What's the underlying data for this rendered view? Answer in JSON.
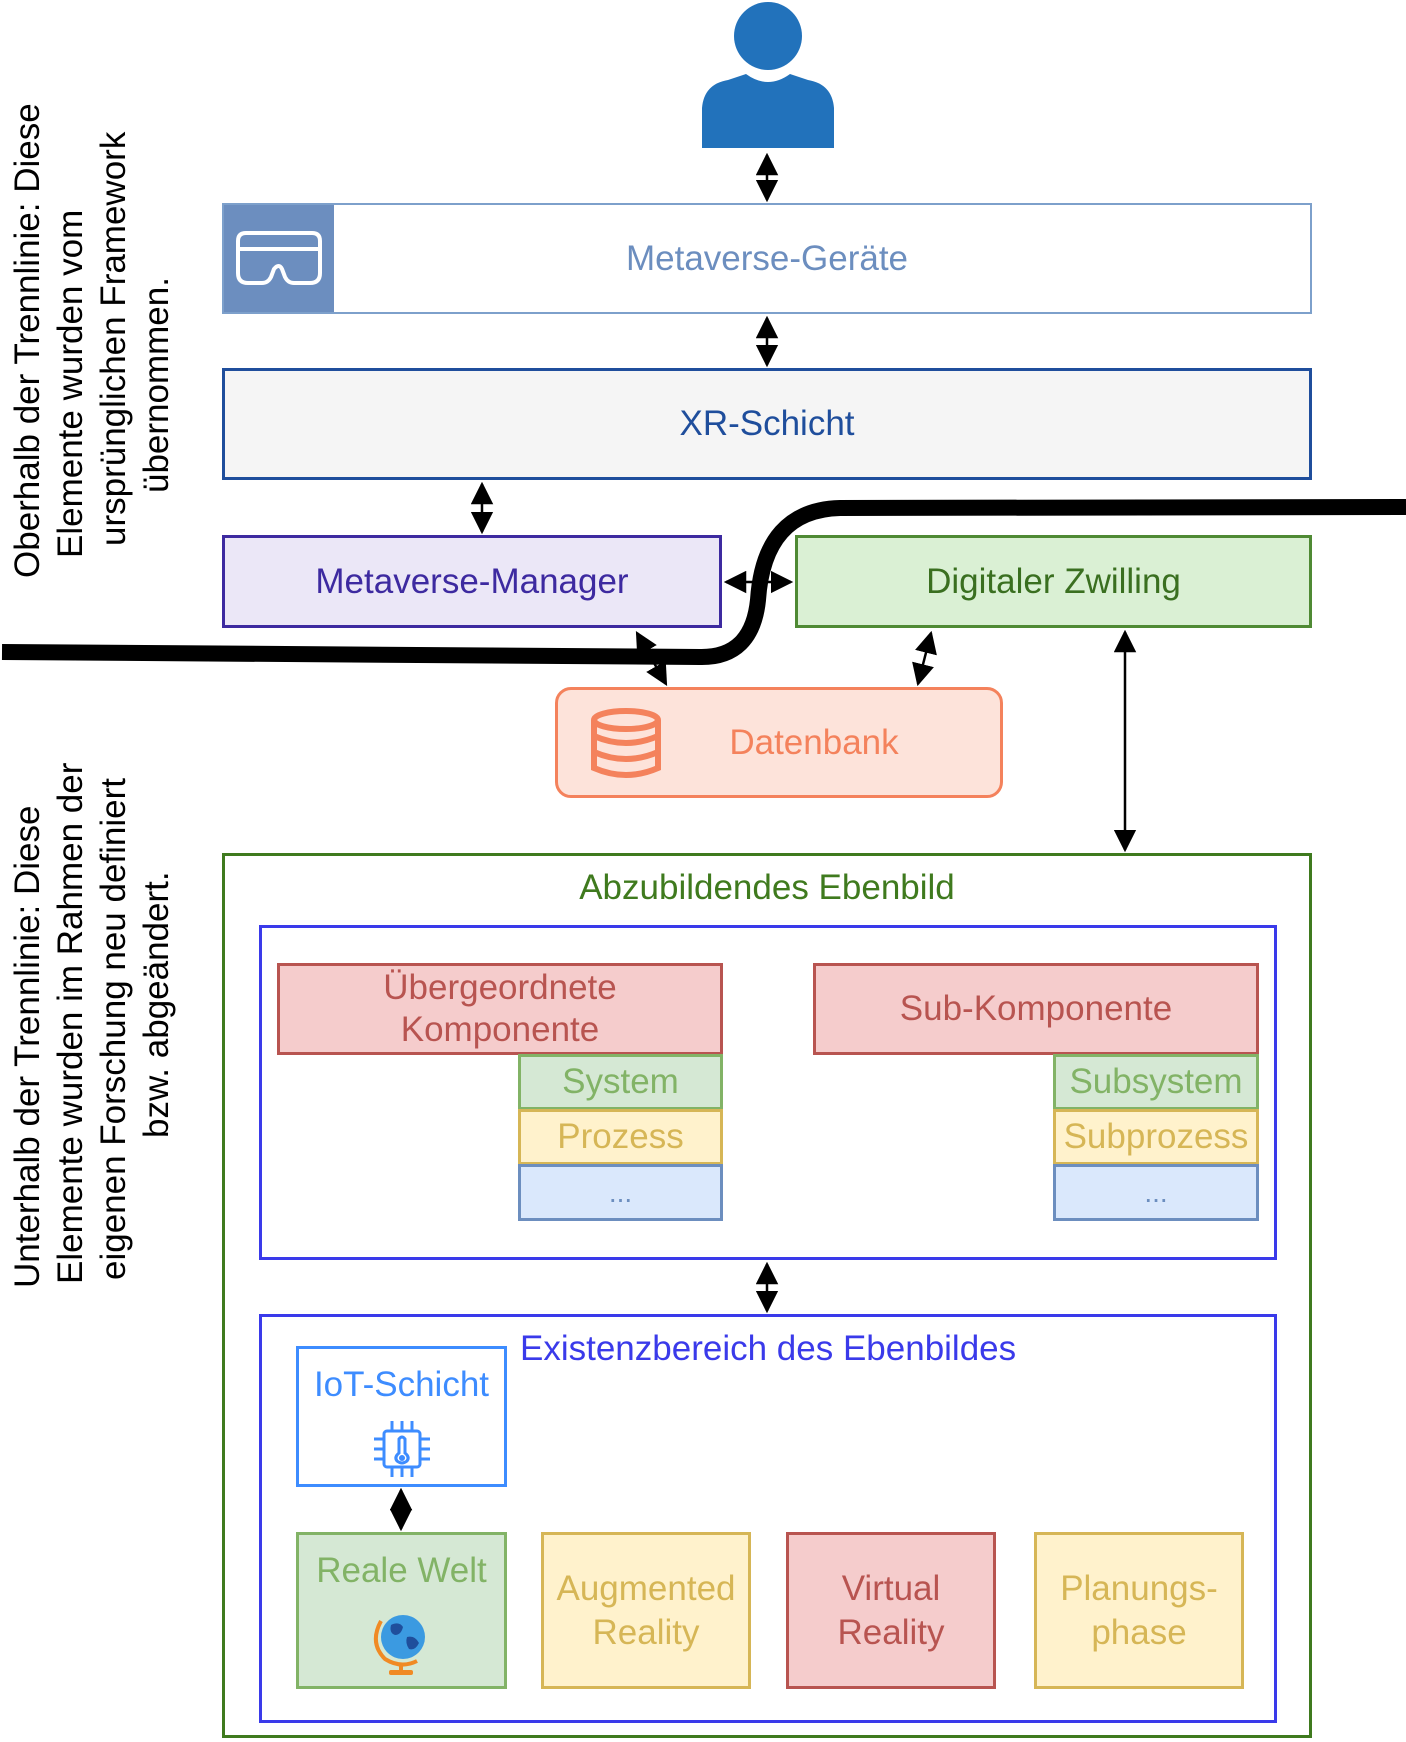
{
  "side_notes": {
    "above": {
      "line1": "Oberhalb der Trennlinie: Diese",
      "line2": "Elemente wurden vom",
      "line3": "ursprünglichen Framework",
      "line4": "übernommen."
    },
    "below": {
      "line1": "Unterhalb der Trennlinie: Diese",
      "line2": "Elemente wurden im Rahmen der",
      "line3": "eigenen Forschung neu definiert",
      "line4": "bzw. abgeändert."
    }
  },
  "nodes": {
    "user": {
      "icon": "user-icon"
    },
    "devices": {
      "label": "Metaverse-Geräte",
      "icon": "vr-headset-icon"
    },
    "xr_layer": {
      "label": "XR-Schicht"
    },
    "manager": {
      "label": "Metaverse-Manager"
    },
    "twin": {
      "label": "Digitaler Zwilling"
    },
    "database": {
      "label": "Datenbank",
      "icon": "database-icon"
    }
  },
  "image_container": {
    "title": "Abzubildendes Ebenbild",
    "parent": {
      "label_line1": "Übergeordnete",
      "label_line2": "Komponente",
      "stack": [
        "System",
        "Prozess",
        "..."
      ]
    },
    "sub": {
      "label": "Sub-Komponente",
      "stack": [
        "Subsystem",
        "Subprozess",
        "..."
      ]
    }
  },
  "existence": {
    "title": "Existenzbereich des Ebenbildes",
    "iot": {
      "label": "IoT-Schicht",
      "icon": "chip-thermometer-icon"
    },
    "real_world": {
      "label": "Reale Welt",
      "icon": "globe-icon"
    },
    "augmented": {
      "line1": "Augmented",
      "line2": "Reality"
    },
    "virtual": {
      "line1": "Virtual",
      "line2": "Reality"
    },
    "planning": {
      "line1": "Planungs-",
      "line2": "phase"
    }
  },
  "colors": {
    "user_blue": "#2272bb",
    "devices_border": "#7da0cb",
    "devices_icon_bg": "#6c8ebf",
    "xr_border": "#1f4e9c",
    "manager_border": "#3d2aa0",
    "manager_fill": "#ebe7f7",
    "twin_border": "#4f8a34",
    "twin_fill": "#daf0d4",
    "db_border": "#f4825c",
    "db_fill": "#fde3da",
    "outer_green": "#3f7a1e",
    "inner_blue": "#3a3aea",
    "red_fill": "#f5cccc",
    "red_border": "#b85450",
    "green_fill": "#d5e8d4",
    "green_border": "#82b366",
    "yellow_fill": "#fff2cc",
    "yellow_border": "#d6b656",
    "blue_fill": "#dae8fc",
    "blue_border": "#6c8ebf",
    "iot_border": "#3d8cff"
  }
}
